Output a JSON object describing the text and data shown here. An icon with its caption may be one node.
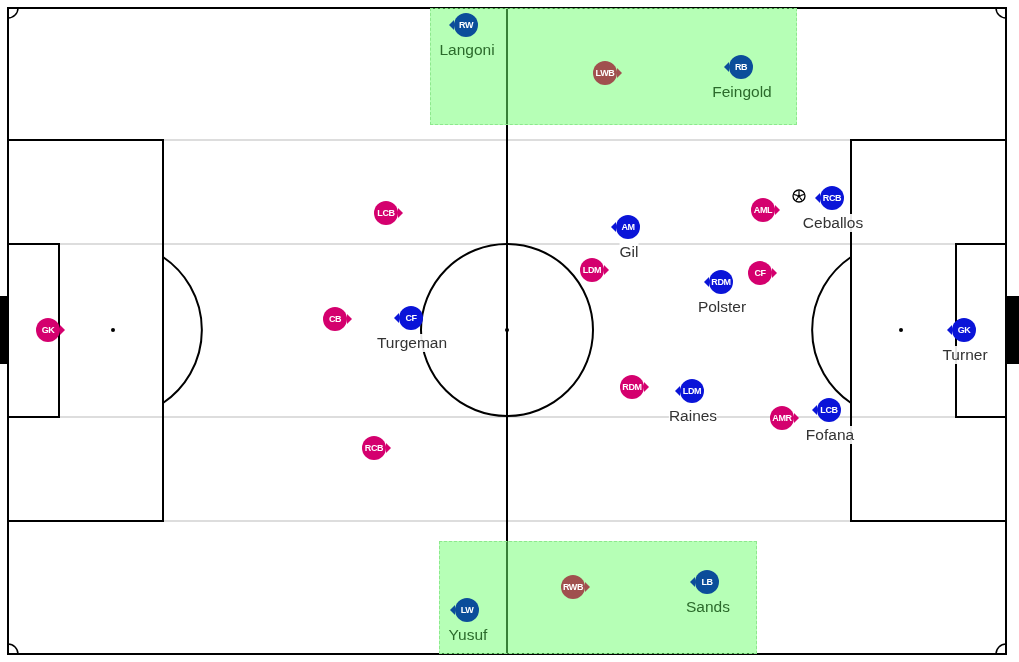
{
  "diagram": {
    "nodes": [
      {
        "text": [],
        "shape": "box"
      },
      {
        "text": [
          "RW"
        ],
        "in": 0,
        "beside": [
          "Langoni"
        ]
      },
      {
        "text": [
          "LWB"
        ],
        "in": 0
      },
      {
        "text": [
          "RB"
        ],
        "in": 0,
        "beside": [
          "Feingold"
        ]
      },
      {
        "text": [
          "RCB"
        ],
        "beside": [
          "Ceballos"
        ]
      },
      {
        "text": [
          "AML"
        ]
      },
      {
        "text": [
          "LCB"
        ]
      },
      {
        "text": [
          "AM"
        ],
        "beside": [
          "Gil"
        ]
      },
      {
        "text": [
          "LDM"
        ]
      },
      {
        "text": [
          "CF"
        ]
      },
      {
        "text": [
          "RDM"
        ],
        "beside": [
          "Polster"
        ]
      },
      {
        "text": [
          "CF"
        ],
        "beside": [
          "Turgeman"
        ]
      },
      {
        "text": [
          "CB"
        ]
      },
      {
        "text": [
          "GK"
        ]
      },
      {
        "text": [
          "GK"
        ],
        "beside": [
          "Turner"
        ]
      },
      {
        "text": [
          "RDM"
        ]
      },
      {
        "text": [
          "LDM"
        ],
        "beside": [
          "Raines"
        ]
      },
      {
        "text": [
          "LCB"
        ],
        "beside": [
          "Fofana"
        ]
      },
      {
        "text": [
          "AMR"
        ]
      },
      {
        "text": [
          "RCB"
        ]
      },
      {
        "text": [],
        "shape": "box"
      },
      {
        "text": [
          "RWB"
        ],
        "in": 20
      },
      {
        "text": [
          "LB"
        ],
        "in": 20,
        "beside": [
          "Sands"
        ]
      },
      {
        "text": [
          "LW"
        ],
        "in": 20,
        "beside": [
          "Yusuf"
        ]
      }
    ]
  }
}
